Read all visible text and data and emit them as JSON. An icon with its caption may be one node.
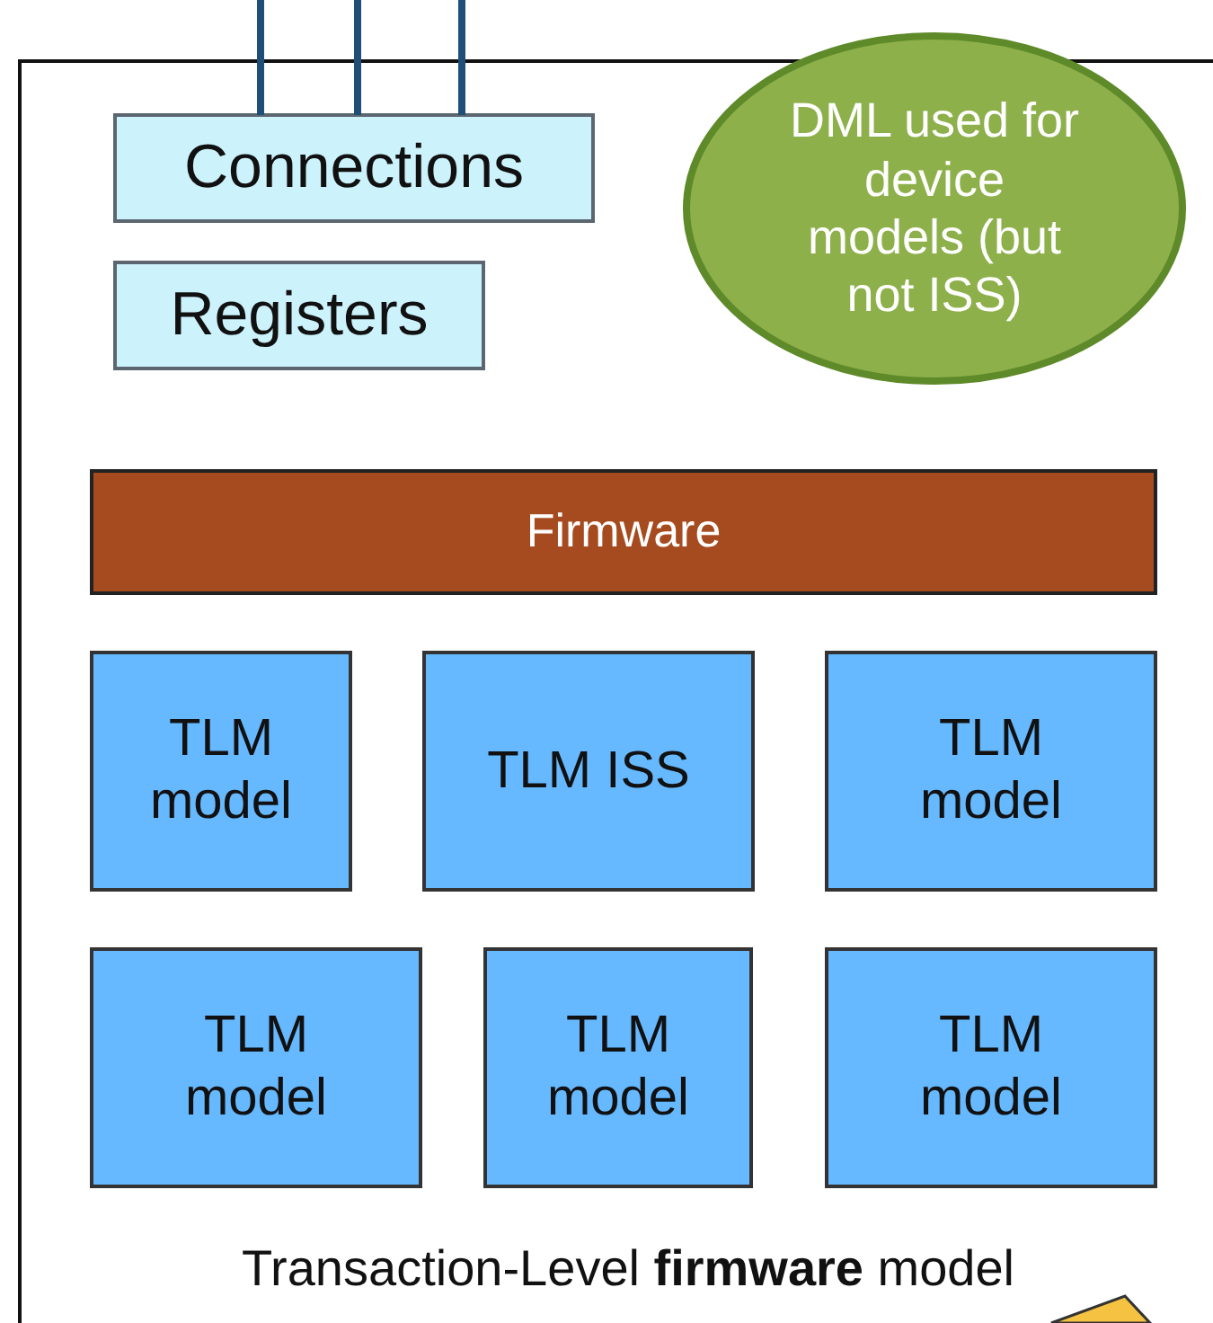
{
  "diagram": {
    "nodes": [
      {
        "text": [
          "Transaction-Level **firmware** model"
        ]
      },
      {
        "text": [
          "Connections"
        ],
        "in": 0
      },
      {
        "text": [
          "Registers"
        ],
        "in": 0
      },
      {
        "text": [
          "DML used for device models (but not ISS)"
        ]
      },
      {
        "text": [
          "Firmware"
        ],
        "in": 0
      },
      {
        "text": [
          "TLM model"
        ],
        "in": 0
      },
      {
        "text": [
          "TLM ISS"
        ],
        "in": 0
      },
      {
        "text": [
          "TLM model"
        ],
        "in": 0
      },
      {
        "text": [
          "TLM model"
        ],
        "in": 0
      },
      {
        "text": [
          "TLM model"
        ],
        "in": 0
      },
      {
        "text": [
          "TLM model"
        ],
        "in": 0
      }
    ],
    "edges": [
      {
        "from": 1,
        "to": null,
        "arrow": "none"
      },
      {
        "from": 1,
        "to": null,
        "arrow": "none"
      },
      {
        "from": 1,
        "to": null,
        "arrow": "none"
      }
    ]
  }
}
